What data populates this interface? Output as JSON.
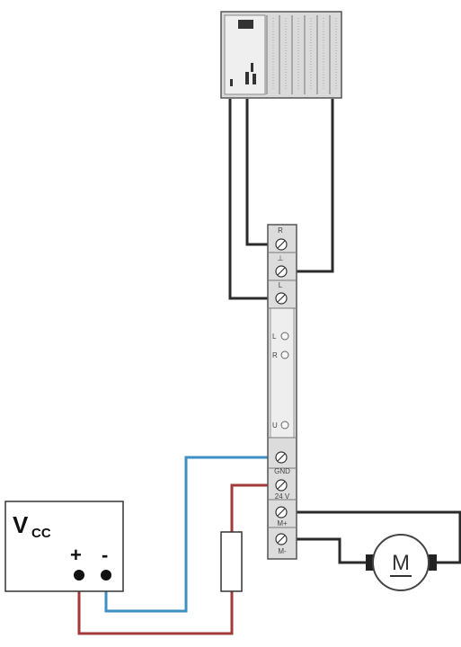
{
  "colors": {
    "wire_dark": "#2b2b2b",
    "wire_blue": "#3d8fc4",
    "wire_red": "#a33a3a",
    "module_fill": "#dcdcdc",
    "module_light": "#eeeeee",
    "outline": "#555555"
  },
  "module": {
    "terminals": [
      {
        "label": "R"
      },
      {
        "label": "⊥"
      },
      {
        "label": "L"
      },
      {
        "label": "GND"
      },
      {
        "label": "24 V"
      },
      {
        "label": "M+"
      },
      {
        "label": "M-"
      }
    ],
    "leds": [
      {
        "label": "L"
      },
      {
        "label": "R"
      },
      {
        "label": "U"
      }
    ]
  },
  "supply": {
    "label_main": "V",
    "label_sub": "CC",
    "plus": "+",
    "minus": "-"
  },
  "motor": {
    "label": "M"
  }
}
